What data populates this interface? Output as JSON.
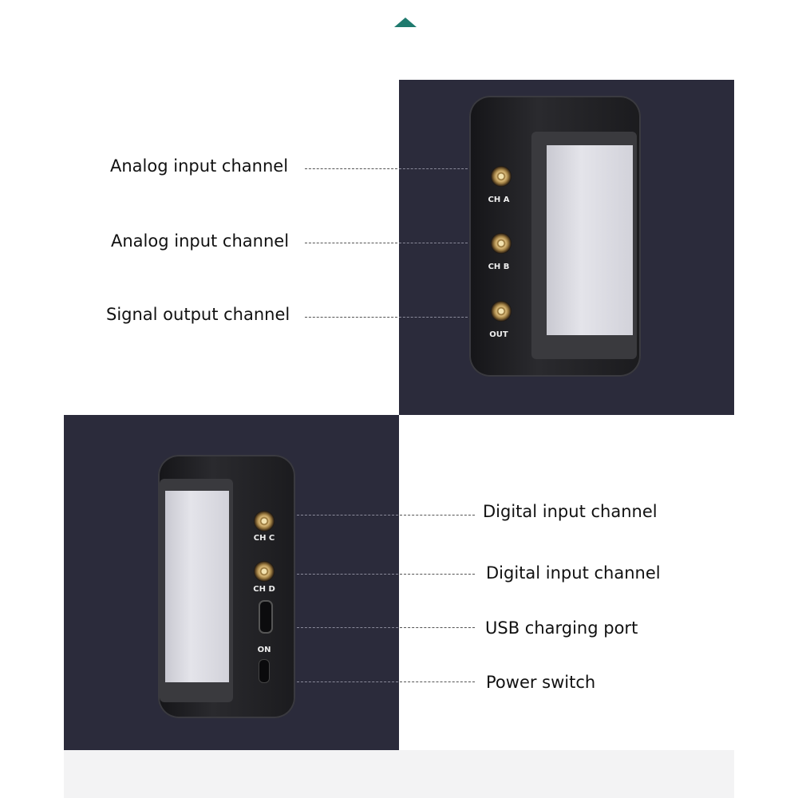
{
  "top_panel": {
    "labels": [
      "Analog input channel",
      "Analog input channel",
      "Signal output channel"
    ],
    "port_labels": [
      "CH A",
      "CH B",
      "OUT"
    ]
  },
  "bottom_panel": {
    "labels": [
      "Digital input channel",
      "Digital input channel",
      "USB charging port",
      "Power switch"
    ],
    "port_labels": [
      "CH C",
      "CH D",
      "ON"
    ]
  },
  "colors": {
    "panel": "#2b2b3b",
    "accent": "#1f7a6e",
    "connector": "#c8a868"
  }
}
